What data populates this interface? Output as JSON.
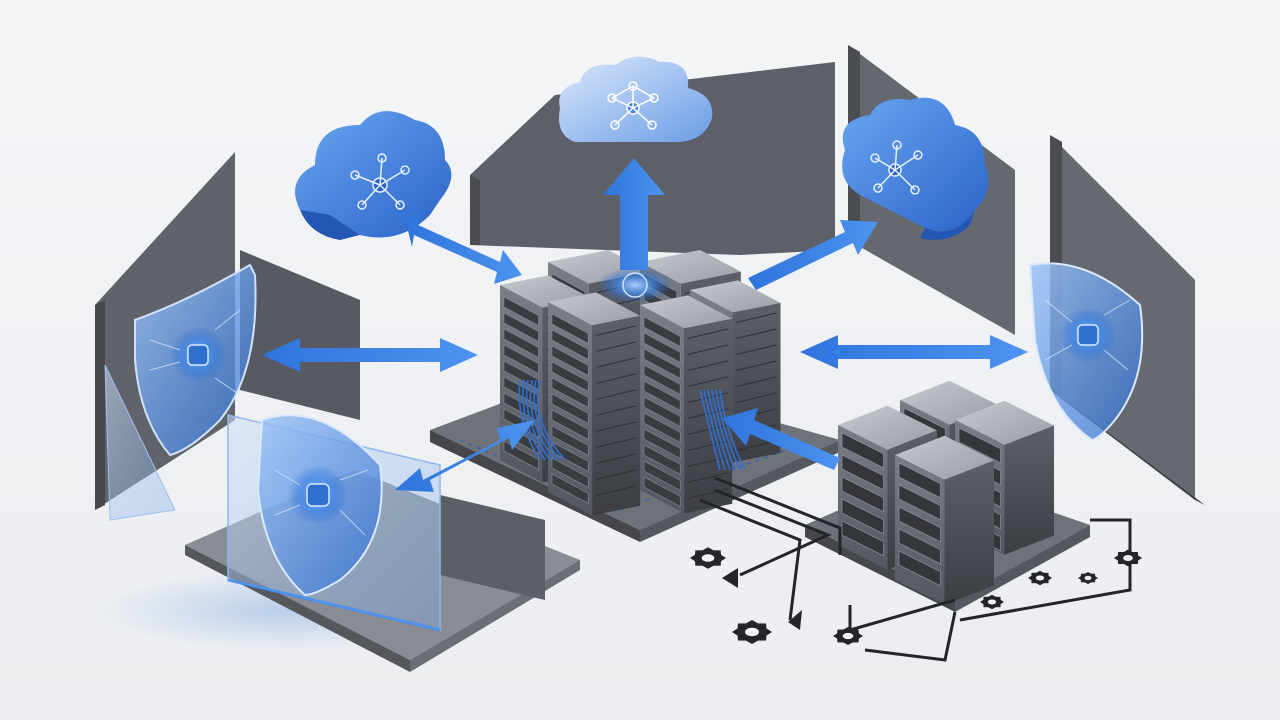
{
  "scene": {
    "description_visible_text": "",
    "palette": {
      "background": "#f1f2f4",
      "panel_dark": "#5d6068",
      "panel_light": "#8a8d94",
      "platform": "#6b6e75",
      "server_top": "#b9bcc3",
      "server_front": "#6f737b",
      "server_side": "#4d5057",
      "accent_blue": "#2f7de1",
      "accent_blue_light": "#7fb4f3",
      "cloud_blue": "#3b78d8",
      "line_dark": "#23252a"
    },
    "elements": {
      "clouds": [
        {
          "name": "cloud-left",
          "icon": "network-node-icon"
        },
        {
          "name": "cloud-top",
          "icon": "network-node-icon"
        },
        {
          "name": "cloud-right",
          "icon": "network-node-icon"
        }
      ],
      "shields": [
        {
          "name": "shield-left-upper",
          "icon": "chip-icon"
        },
        {
          "name": "shield-left-lower",
          "icon": "chip-icon"
        },
        {
          "name": "shield-right",
          "icon": "chip-icon"
        }
      ],
      "server_racks_count": 6,
      "server_stack_count": 4,
      "gear_icons_count": 7,
      "arrows_count": 7
    }
  }
}
